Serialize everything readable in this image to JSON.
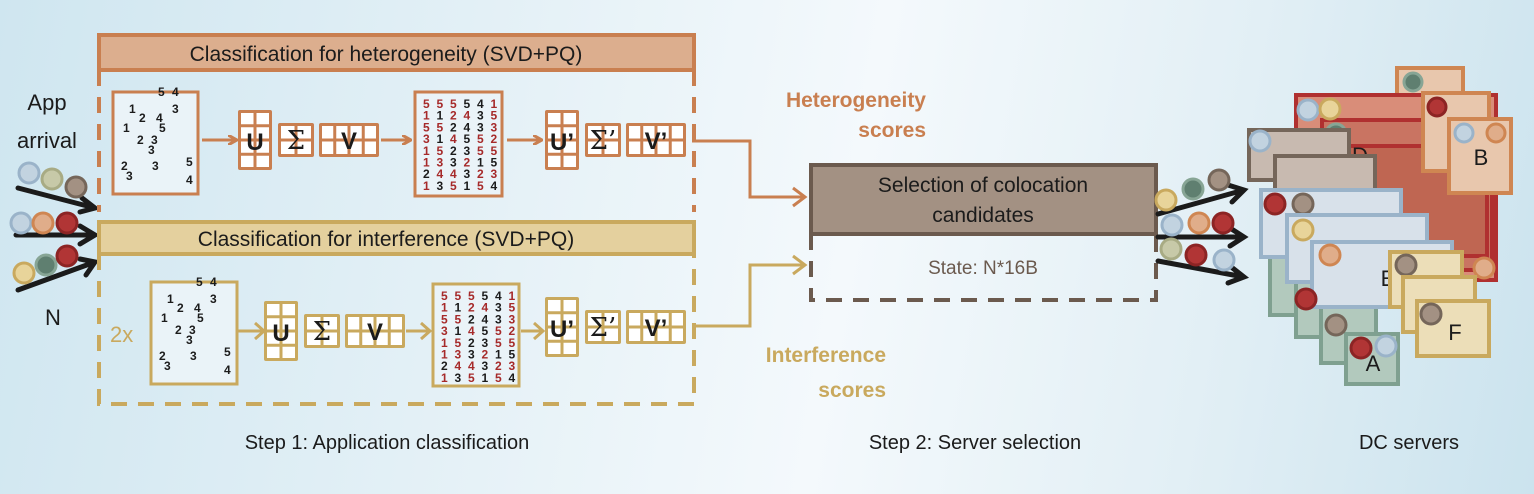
{
  "colors": {
    "heterogeneity": "#c97f50",
    "heterogeneity_fill": "#dcae8e",
    "interference": "#c9a95e",
    "interference_fill": "#e4d09e",
    "selection_fill": "#a39183",
    "selection_border": "#6b5a4e",
    "state_text": "#6b5a4e",
    "matrix_red": "#a62a2a"
  },
  "left": {
    "app_arrival": [
      "App",
      "arrival"
    ],
    "n_label": "N"
  },
  "heterogeneity": {
    "title": "Classification for heterogeneity (SVD+PQ)",
    "sparse_matrix": [
      {
        "t": "5",
        "c": 0
      },
      {
        "t": "4",
        "c": 0
      },
      {
        "t": "1",
        "c": 0
      },
      {
        "t": "3",
        "c": 0
      },
      {
        "t": "2",
        "c": 0
      },
      {
        "t": "4",
        "c": 0
      },
      {
        "t": "1",
        "c": 0
      },
      {
        "t": "5",
        "c": 0
      },
      {
        "t": "2",
        "c": 0
      },
      {
        "t": "3",
        "c": 0
      },
      {
        "t": "3",
        "c": 0
      },
      {
        "t": "5",
        "c": 0
      },
      {
        "t": "2",
        "c": 0
      },
      {
        "t": "3",
        "c": 0
      },
      {
        "t": "3",
        "c": 0
      },
      {
        "t": "4",
        "c": 0
      }
    ],
    "svd": {
      "u": "U",
      "sigma": "Σ",
      "v": "V"
    },
    "svd_prime": {
      "u": "U’",
      "sigma": "Σ’",
      "v": "V’"
    },
    "scores_label": [
      "Heterogeneity",
      "scores"
    ]
  },
  "interference": {
    "title": "Classification for interference (SVD+PQ)",
    "multiplier": "2x",
    "svd": {
      "u": "U",
      "sigma": "Σ",
      "v": "V"
    },
    "svd_prime": {
      "u": "U’",
      "sigma": "Σ’",
      "v": "V’"
    },
    "scores_label": [
      "Interference",
      "scores"
    ]
  },
  "dense_matrix": {
    "rows": [
      [
        "5",
        "5",
        "5",
        "5",
        "4",
        "1"
      ],
      [
        "1",
        "1",
        "2",
        "4",
        "3",
        "5"
      ],
      [
        "5",
        "5",
        "2",
        "4",
        "3",
        "3"
      ],
      [
        "3",
        "1",
        "4",
        "5",
        "5",
        "2"
      ],
      [
        "1",
        "5",
        "2",
        "3",
        "5",
        "5"
      ],
      [
        "1",
        "3",
        "3",
        "2",
        "1",
        "5"
      ],
      [
        "2",
        "4",
        "4",
        "3",
        "2",
        "3"
      ],
      [
        "1",
        "3",
        "5",
        "1",
        "5",
        "4"
      ]
    ],
    "red_mask": [
      [
        1,
        1,
        1,
        0,
        0,
        1
      ],
      [
        1,
        0,
        1,
        1,
        0,
        1
      ],
      [
        1,
        1,
        0,
        0,
        0,
        1
      ],
      [
        1,
        0,
        1,
        0,
        1,
        1
      ],
      [
        1,
        1,
        0,
        0,
        1,
        1
      ],
      [
        1,
        1,
        0,
        1,
        0,
        0
      ],
      [
        0,
        1,
        1,
        0,
        1,
        1
      ],
      [
        1,
        0,
        1,
        0,
        1,
        0
      ]
    ]
  },
  "selection": {
    "title_lines": [
      "Selection of colocation",
      "candidates"
    ],
    "state": "State: N*16B"
  },
  "servers": {
    "labels": {
      "a": "A",
      "b": "B",
      "d": "D",
      "e": "E",
      "f": "F"
    }
  },
  "steps": {
    "step1": "Step 1: Application classification",
    "step2": "Step 2: Server selection",
    "step3": "DC servers"
  }
}
